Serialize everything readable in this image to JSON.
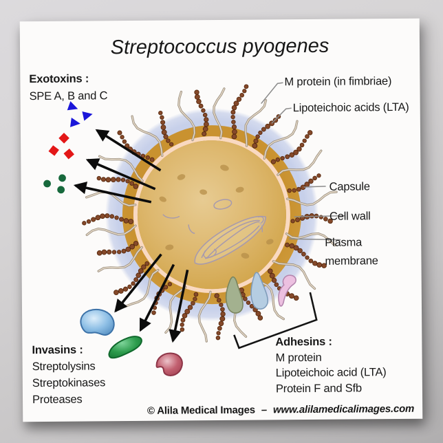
{
  "title": "Streptococcus pyogenes",
  "callouts": {
    "m_protein": "M protein (in fimbriae)",
    "lta": "Lipoteichoic acids (LTA)",
    "capsule": "Capsule",
    "cell_wall": "Cell wall",
    "plasma_membrane": "Plasma membrane"
  },
  "exotoxins": {
    "heading": "Exotoxins :",
    "subtitle": "SPE A, B and C"
  },
  "invasins": {
    "heading": "Invasins :",
    "items": [
      "Streptolysins",
      "Streptokinases",
      "Proteases"
    ]
  },
  "adhesins": {
    "heading": "Adhesins :",
    "items": [
      "M protein",
      "Lipoteichoic acid (LTA)",
      "Protein F and Sfb"
    ]
  },
  "footer": {
    "copyright": "© Alila Medical Images",
    "separator": "–",
    "website": "www.alilamedicalimages.com"
  },
  "colors": {
    "text": "#171717",
    "capsule": "#c7d0ea",
    "cell_wall": "#cc9634",
    "plasma_membrane": "#f9d9c1",
    "cytoplasm_light": "#e7cb92",
    "cytoplasm_dark": "#d0a347",
    "fimbriae_bead": "#85492a",
    "fimbriae_bead_outline": "#57290e",
    "lta_hair": "#9a8d7c",
    "lta_hair_core": "#e9ddcb",
    "exotoxin_triangle": "#1a16d9",
    "exotoxin_diamond": "#e31717",
    "exotoxin_dot": "#17693c",
    "invasin_blue": "#8fc0e6",
    "invasin_green": "#2d9c4d",
    "invasin_red": "#c26070",
    "adhesin_green": "#a3b18f",
    "adhesin_blue": "#b5cde2",
    "adhesin_pink": "#ecc0e0",
    "arrow": "#0c0c0c",
    "leader": "#8b8b8b"
  }
}
